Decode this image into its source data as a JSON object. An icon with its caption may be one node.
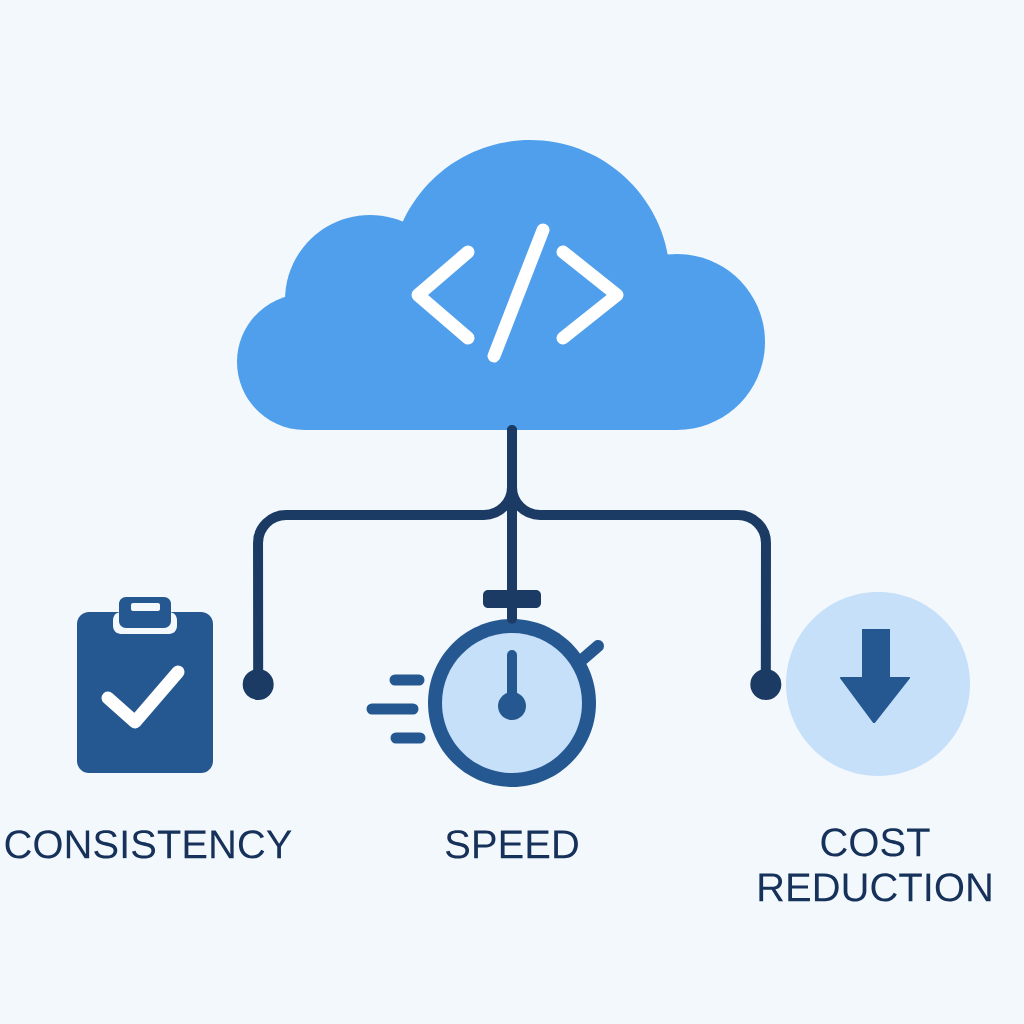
{
  "diagram": {
    "nodes": [
      {
        "text": [],
        "shape": "cloud"
      },
      {
        "text": [
          "CONSISTENCY"
        ]
      },
      {
        "text": [
          "SPEED"
        ]
      },
      {
        "text": [
          "COST REDUCTION"
        ]
      }
    ],
    "edges": [
      {
        "from": 0,
        "to": 1,
        "arrow": "other"
      },
      {
        "from": 0,
        "to": 2,
        "arrow": "none"
      },
      {
        "from": 0,
        "to": 3,
        "arrow": "other"
      }
    ]
  }
}
